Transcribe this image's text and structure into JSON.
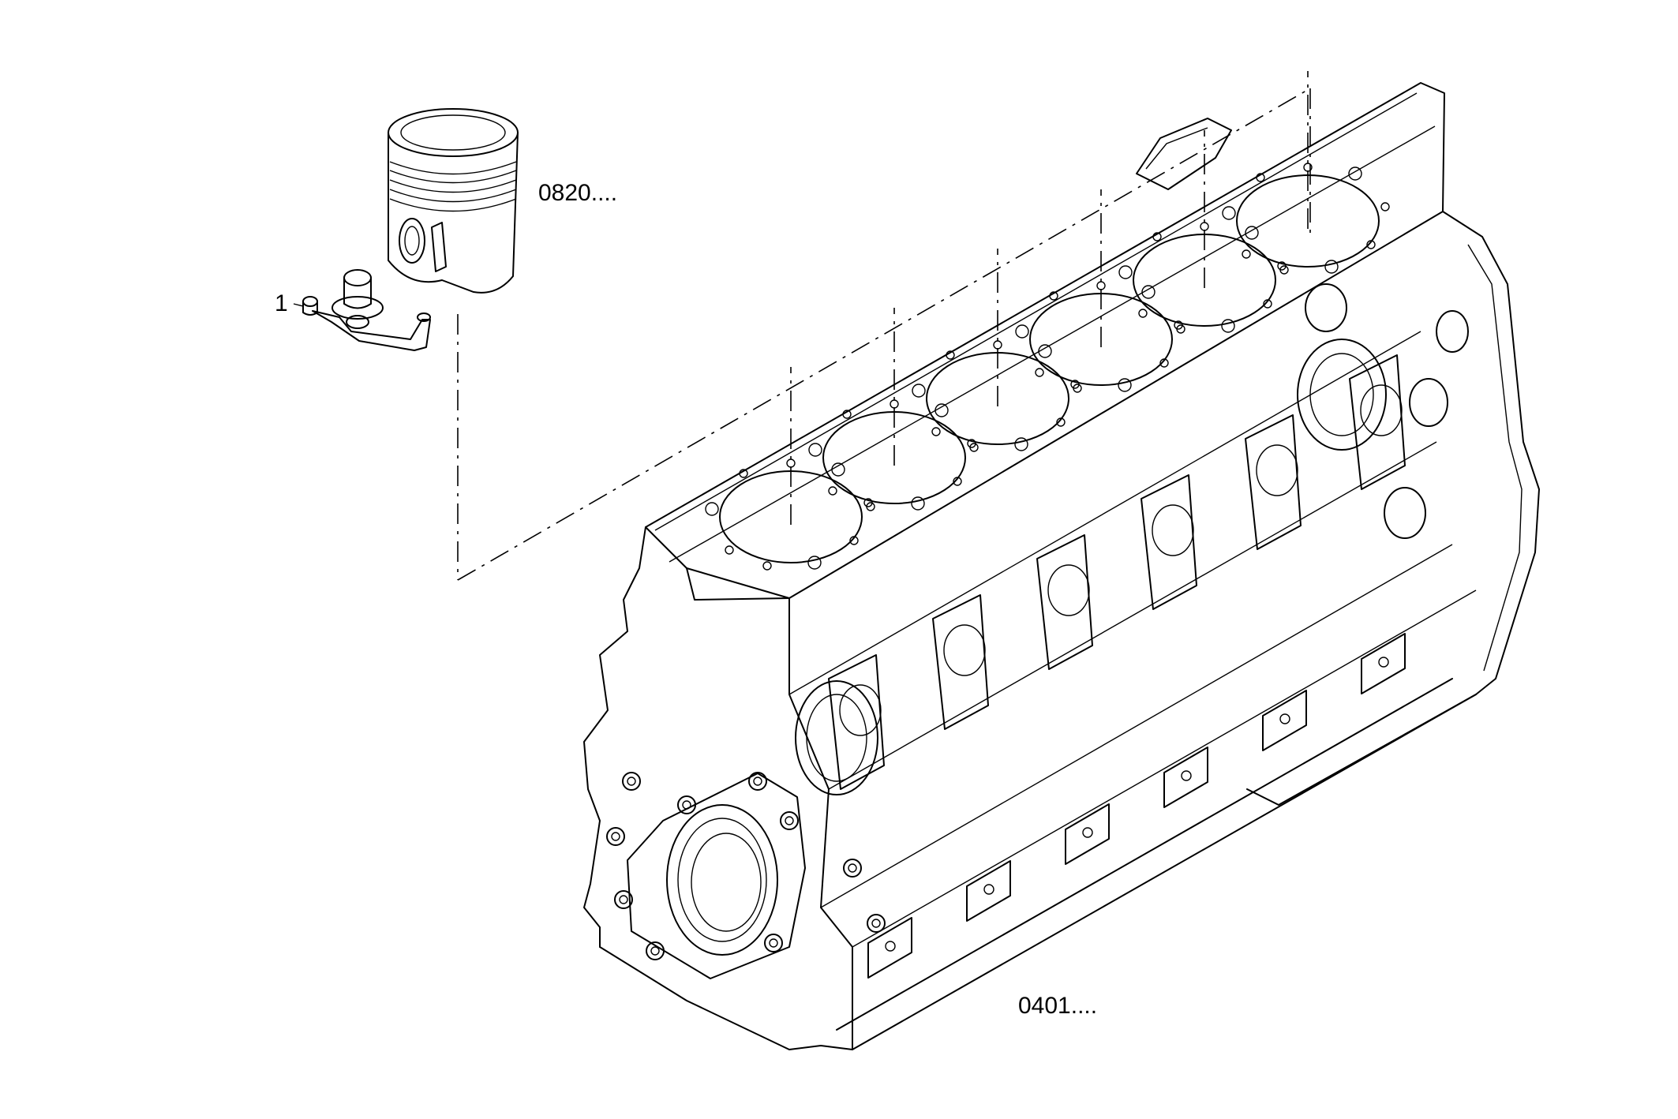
{
  "callouts": {
    "item_1": "1",
    "piston": "0820....",
    "block": "0401...."
  },
  "colors": {
    "line": "#000000",
    "background": "#ffffff"
  },
  "cylinder_count": 6
}
